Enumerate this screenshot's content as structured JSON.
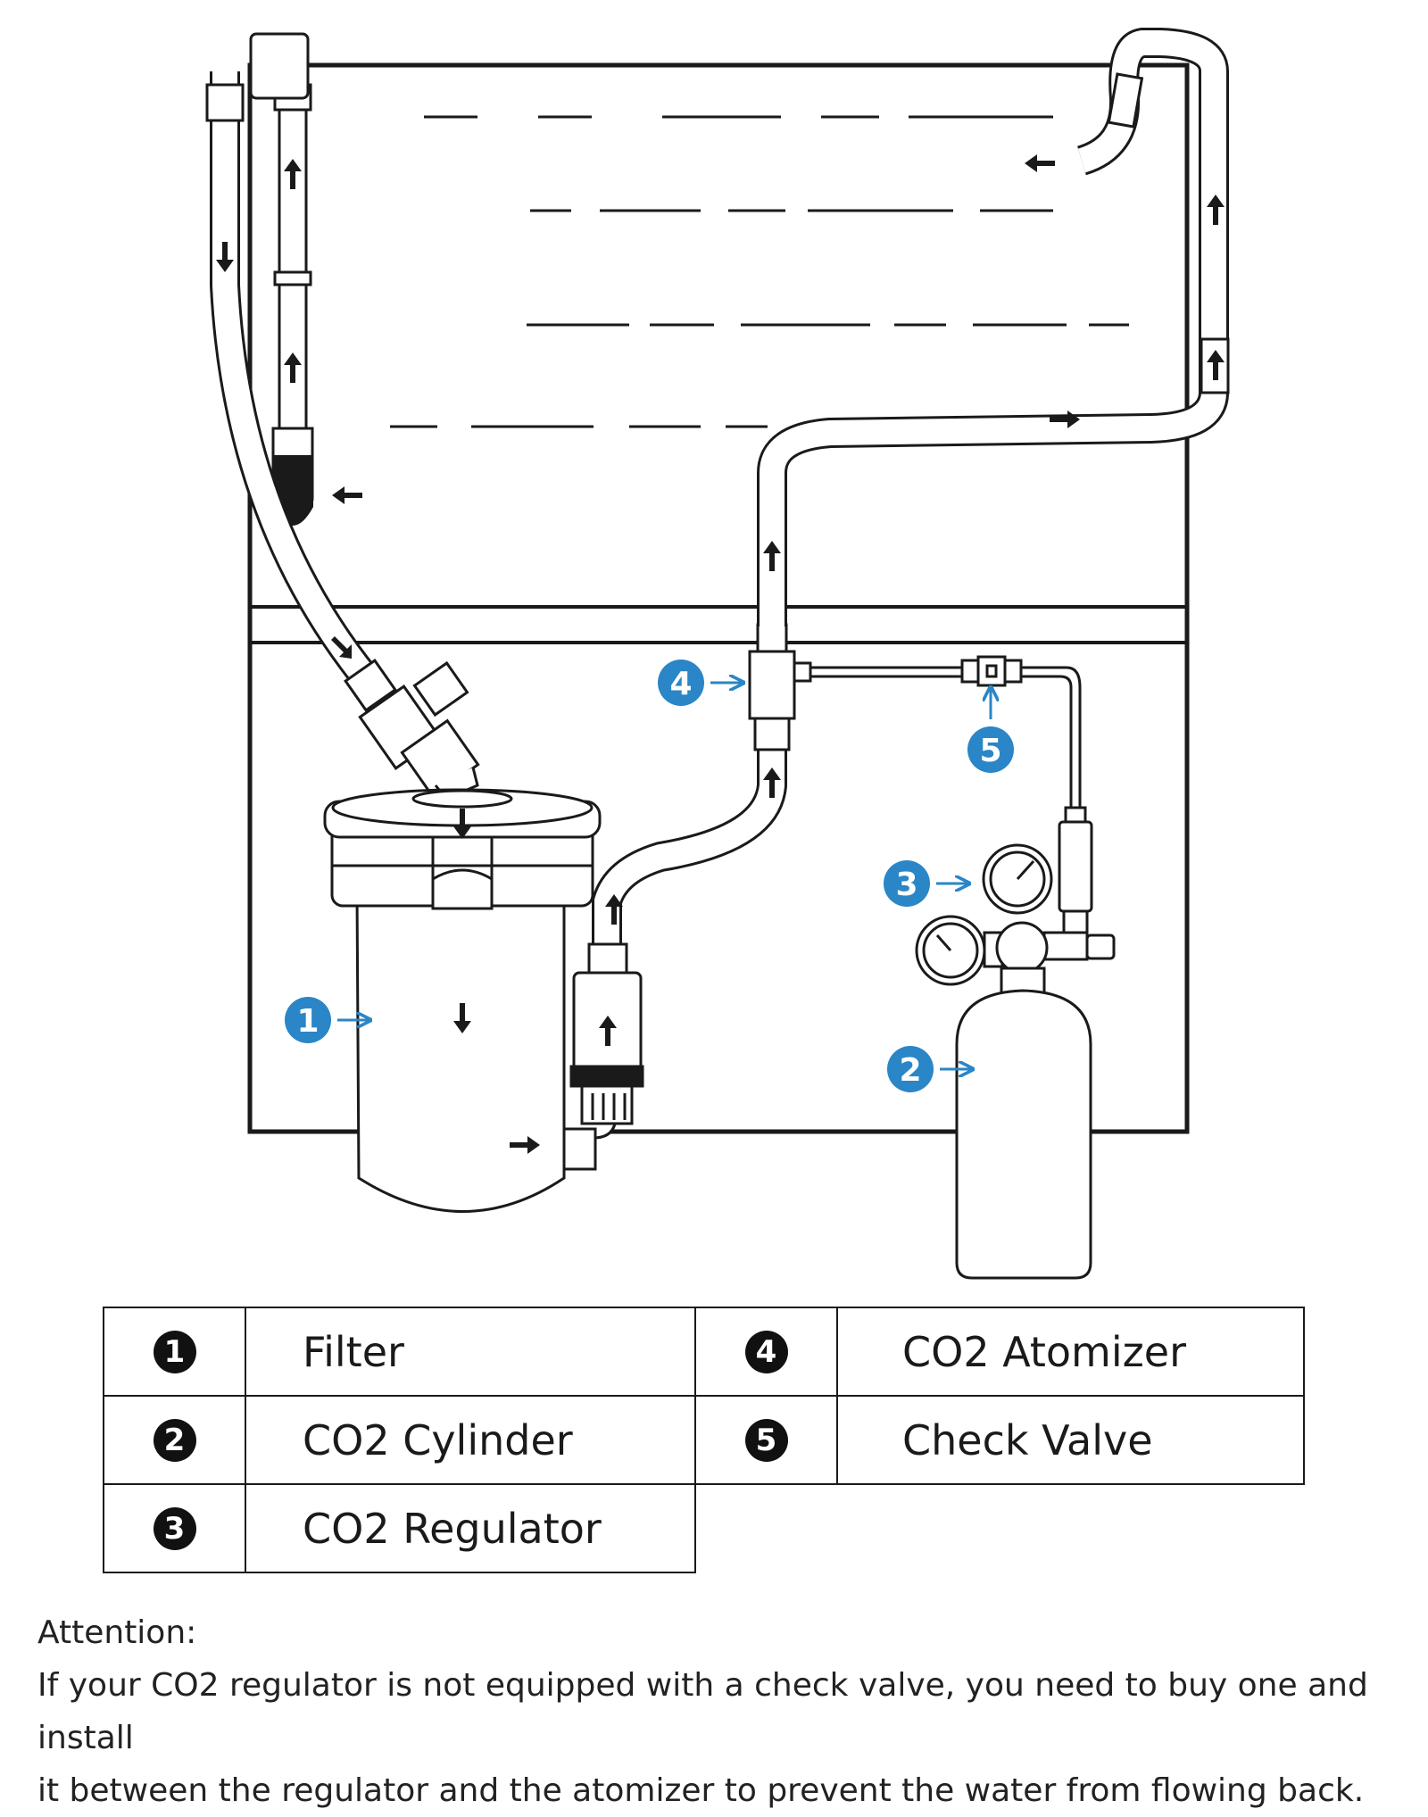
{
  "colors": {
    "callout": "#2a86c6",
    "line": "#1a1a1a"
  },
  "callouts": [
    {
      "num": "1",
      "label": "Filter"
    },
    {
      "num": "2",
      "label": "CO2 Cylinder"
    },
    {
      "num": "3",
      "label": "CO2 Regulator"
    },
    {
      "num": "4",
      "label": "CO2 Atomizer"
    },
    {
      "num": "5",
      "label": "Check Valve"
    }
  ],
  "notes": {
    "heading": "Attention:",
    "body_line1": "If your CO2 regulator is not equipped with a check valve, you need to buy one and install",
    "body_line2": "it between the regulator and the atomizer to prevent the water from flowing back."
  }
}
